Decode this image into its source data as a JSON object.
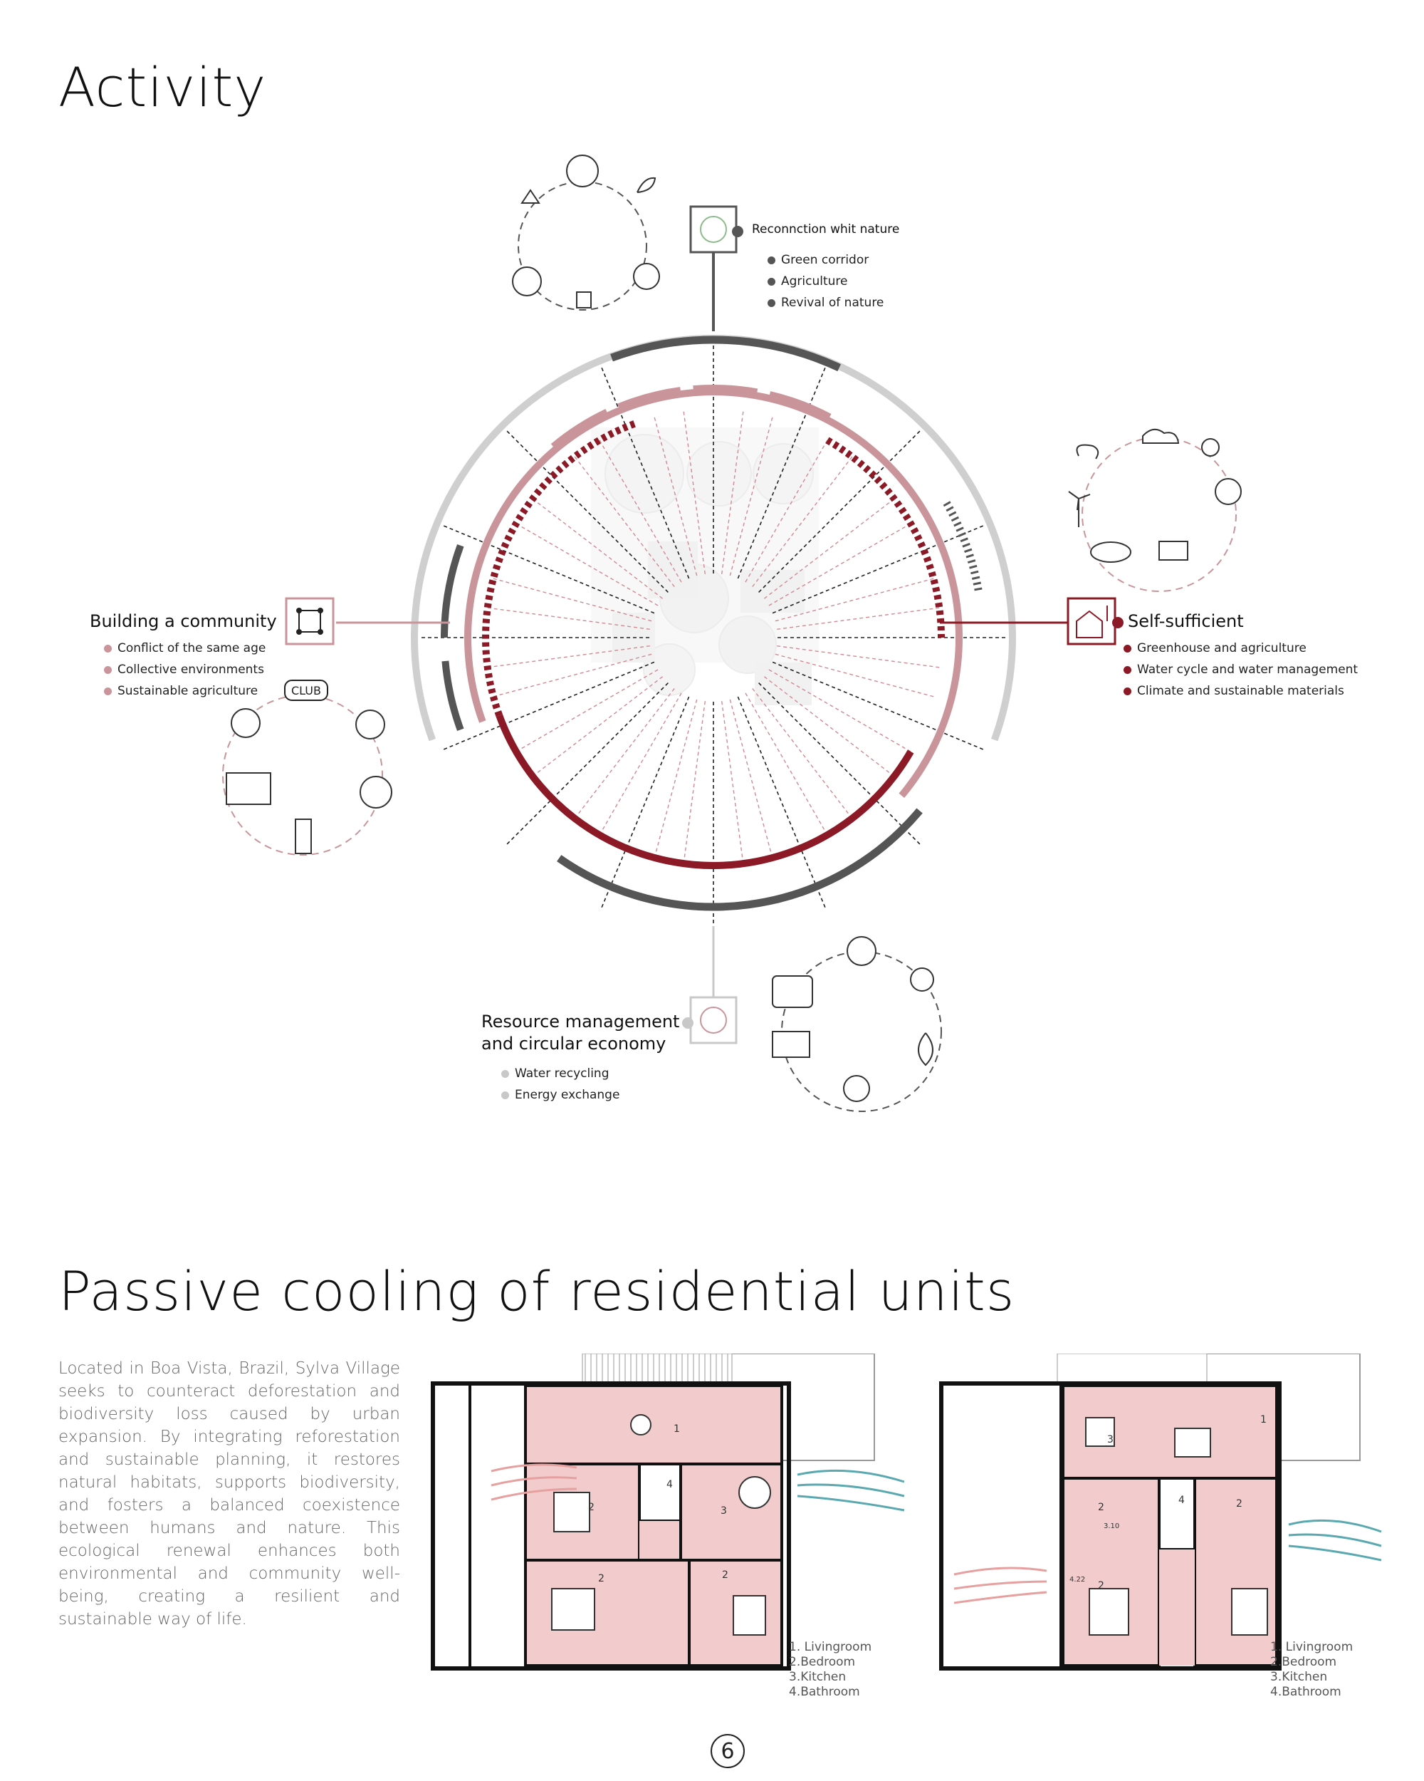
{
  "activity": {
    "title": "Activity",
    "nature": {
      "title": "Reconnction whit nature",
      "items": [
        "Green corridor",
        "Agriculture",
        "Revival of nature"
      ],
      "color": "#555555"
    },
    "community": {
      "title": "Building a community",
      "items": [
        "Conflict of the same age",
        "Collective environments",
        "Sustainable agriculture"
      ],
      "color": "#c9959a",
      "club_sign": "CLUB"
    },
    "self": {
      "title": "Self-sufficient",
      "items": [
        "Greenhouse and agriculture",
        "Water cycle and water management",
        "Climate and sustainable materials"
      ],
      "color": "#8b1a26"
    },
    "resource": {
      "title_line1": "Resource management",
      "title_line2": "and circular economy",
      "items": [
        "Water recycling",
        "Energy exchange"
      ],
      "color": "#c8c8c8"
    }
  },
  "cooling": {
    "title": "Passive cooling of residential units",
    "paragraph": "Located in Boa Vista, Brazil, Sylva Village seeks to counteract deforestation and biodiversity loss caused by urban expansion. By integrating reforestation and sustainable planning, it restores natural habitats, supports biodiversity, and fosters a balanced coexistence between humans and nature. This ecological renewal enhances both environmental and community well-being, creating a resilient and sustainable way of life.",
    "plan_a": {
      "room_numbers": [
        "1",
        "2",
        "3",
        "4",
        "2",
        "2"
      ],
      "legend": [
        "1. Livingroom",
        "2.Bedroom",
        "3.Kitchen",
        "4.Bathroom"
      ]
    },
    "plan_b": {
      "room_numbers": [
        "3",
        "1",
        "2",
        "4",
        "2",
        "2"
      ],
      "dims": [
        "3.10",
        "4.22"
      ],
      "legend": [
        "1. Livingroom",
        "2.Bedroom",
        "3.Kitchen",
        "4.Bathroom"
      ]
    },
    "colors": {
      "room_fill": "#f2cccc",
      "wall": "#111111",
      "cool_air": "#5aa9b0",
      "warm_air": "#e7a0a0"
    }
  },
  "page_number": "6"
}
